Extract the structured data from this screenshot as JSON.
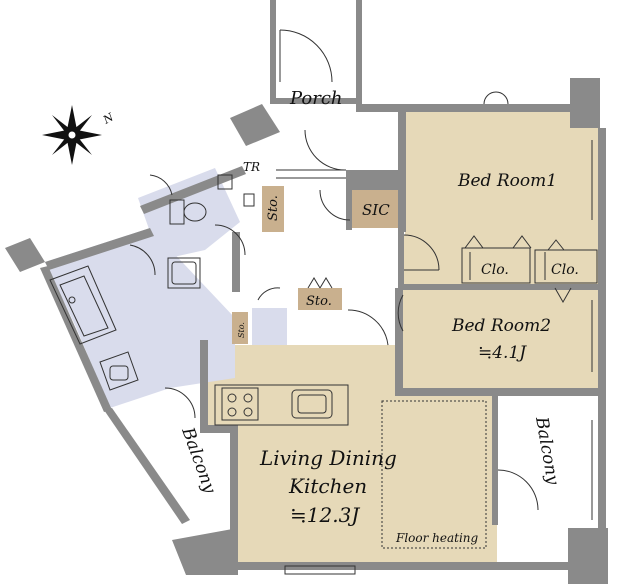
{
  "compass": {
    "label": "N"
  },
  "rooms": {
    "porch": "Porch",
    "tr": "TR",
    "sto_hall": "Sto.",
    "sic": "SIC",
    "bed1": "Bed Room1",
    "clo1": "Clo.",
    "clo2": "Clo.",
    "bed2": "Bed Room2",
    "bed2_size": "≒4.1J",
    "sto_mid": "Sto.",
    "sto_small": "Sto.",
    "ldk_line1": "Living Dining",
    "ldk_line2": "Kitchen",
    "ldk_size": "≒12.3J",
    "floor_heating": "Floor heating",
    "balcony_left": "Balcony",
    "balcony_right": "Balcony"
  },
  "colors": {
    "room_fill": "#e6d9b8",
    "wet_fill": "#d9dcec",
    "storage_fill": "#c9b08e",
    "wall": "#8a8a8a",
    "line": "#333333"
  }
}
